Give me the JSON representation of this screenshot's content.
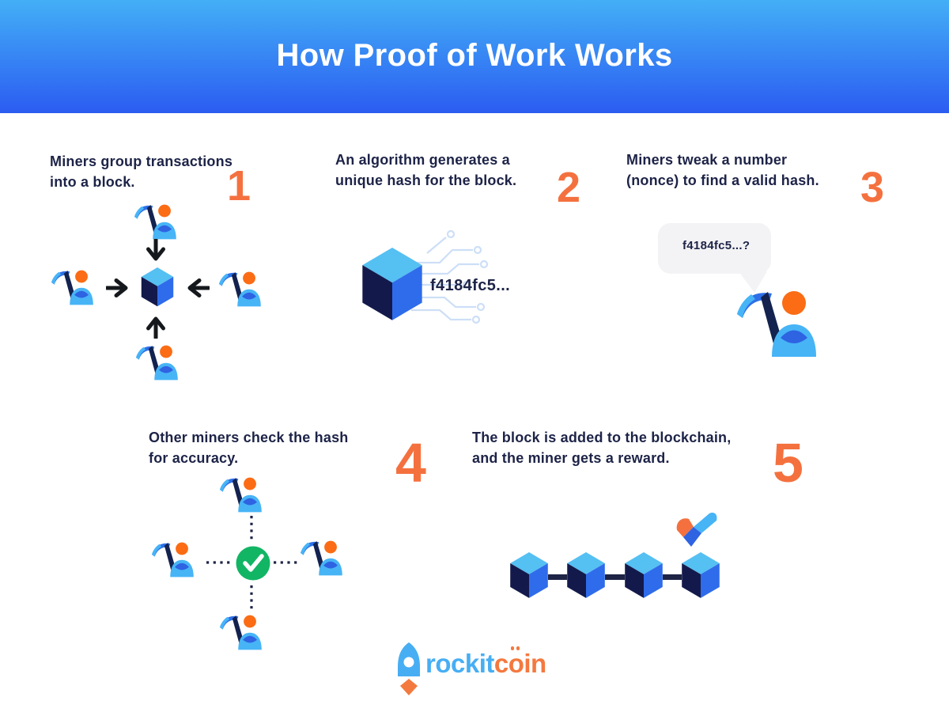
{
  "header": {
    "title": "How Proof of Work Works"
  },
  "steps": [
    {
      "number": "1",
      "line1": "Miners group transactions",
      "line2": "into a block."
    },
    {
      "number": "2",
      "line1": "An algorithm generates a",
      "line2": "unique hash for the block."
    },
    {
      "number": "3",
      "line1": "Miners tweak a number",
      "line2": "(nonce) to find a valid hash."
    },
    {
      "number": "4",
      "line1": "Other miners check the hash",
      "line2": "for accuracy."
    },
    {
      "number": "5",
      "line1": "The block is added to the blockchain,",
      "line2": "and the miner gets a reward."
    }
  ],
  "labels": {
    "block_hash": "f4184fc5...",
    "bubble_hash": "f4184fc5...?"
  },
  "logo": {
    "part1": "rockit",
    "part2": "coin"
  },
  "icons": [
    "miner-icon",
    "block-cube-icon",
    "arrow-icon",
    "circuit-traces-icon",
    "speech-bubble-icon",
    "check-circle-icon",
    "blockchain-chain-icon",
    "reward-check-icon",
    "rocket-icon"
  ],
  "colors": {
    "header_gradient_top": "#43AFF6",
    "header_gradient_bottom": "#2B5CF2",
    "text_navy": "#1D2347",
    "number_orange": "#F4713F",
    "miner_head_orange": "#FB6C15",
    "miner_body_sky": "#47B4F6",
    "miner_collar_royal": "#2E63E2",
    "cube_top": "#55C0F2",
    "cube_left": "#131A4B",
    "cube_right": "#2F6CEB",
    "check_green": "#12B564",
    "bubble_gray": "#F3F3F5",
    "circuit_blue": "#CDDFF7",
    "logo_blue": "#47AEF3",
    "logo_orange": "#F4793F"
  }
}
